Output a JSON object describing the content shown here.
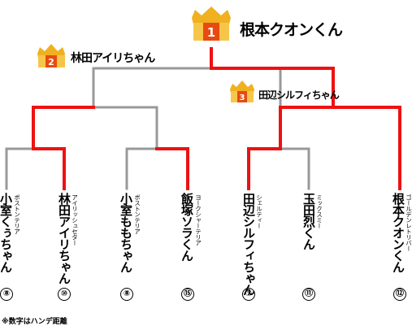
{
  "champion": {
    "rank": "1",
    "name": "根本クオンくん"
  },
  "second": {
    "rank": "2",
    "name": "林田アイリちゃん"
  },
  "third": {
    "rank": "3",
    "name": "田辺シルフィちゃん"
  },
  "competitors": [
    {
      "name": "小室くぅちゃん",
      "breed": "ボストンテリア",
      "handicap": "⑧"
    },
    {
      "name": "林田アイリちゃん",
      "breed": "アイリッシュセター",
      "handicap": "⑩"
    },
    {
      "name": "小室ももちゃん",
      "breed": "ボストンテリア",
      "handicap": "⑧"
    },
    {
      "name": "飯塚ソラくん",
      "breed": "ヨークシャーテリア",
      "handicap": "⑮"
    },
    {
      "name": "田辺シルフィちゃん",
      "breed": "シェルティー",
      "handicap": "⑦"
    },
    {
      "name": "玉田烈くん",
      "breed": "ミックスミー",
      "handicap": "⑪"
    },
    {
      "name": "根本クオンくん",
      "breed": "ゴールデンレトリバー",
      "handicap": "⑫"
    }
  ],
  "footnote": "※数字はハンデ距離",
  "colors": {
    "win_line": "#ee1111",
    "lose_line": "#999999",
    "crown": "#f0b020",
    "badge": "#e84a10"
  }
}
